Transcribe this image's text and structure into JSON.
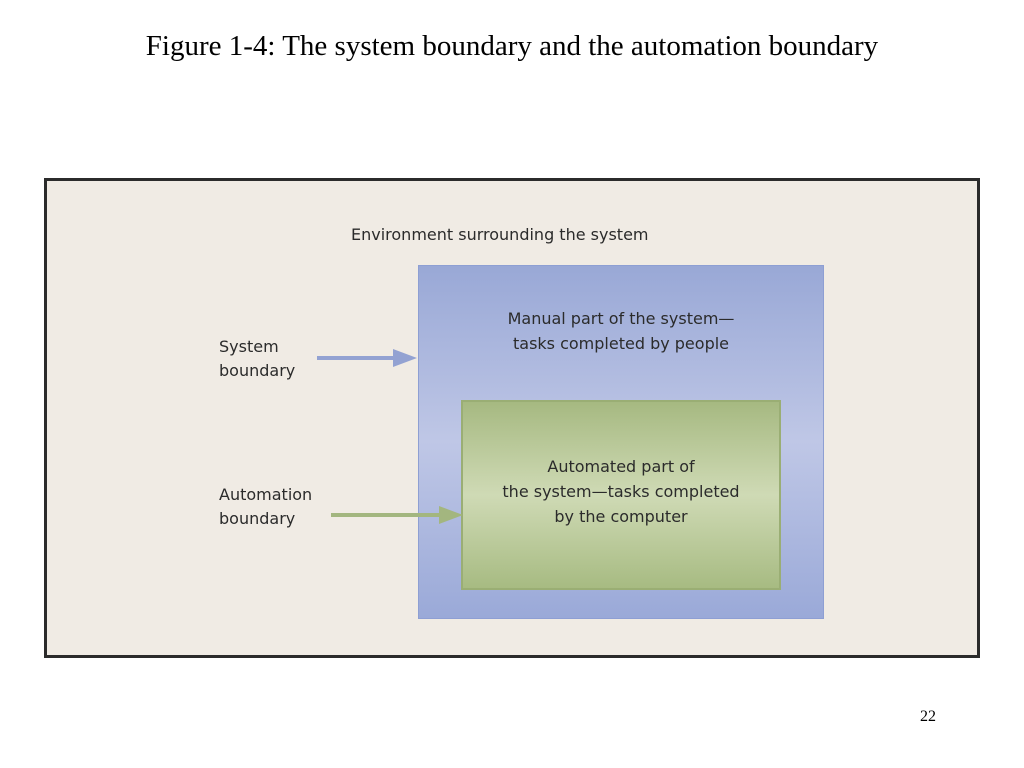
{
  "slide": {
    "title": "Figure 1-4: The system boundary and the automation boundary",
    "page_number": "22"
  },
  "diagram": {
    "environment_label": "Environment surrounding the system",
    "manual_label": [
      "Manual part of the system—",
      "tasks completed by people"
    ],
    "automated_label": [
      "Automated part of",
      "the system—tasks completed",
      "by the computer"
    ],
    "system_boundary_label": [
      "System",
      "boundary"
    ],
    "automation_boundary_label": [
      "Automation",
      "boundary"
    ],
    "icons": {
      "system_arrow": "arrow-right-icon",
      "automation_arrow": "arrow-right-icon"
    },
    "colors": {
      "frame_background": "#f0ebe4",
      "frame_border": "#2b2b2b",
      "system_box": "#99a8d6",
      "automation_box": "#a6b981",
      "system_arrow": "#93a2d2",
      "automation_arrow": "#a3b67f",
      "text": "#2b2b2b"
    }
  }
}
